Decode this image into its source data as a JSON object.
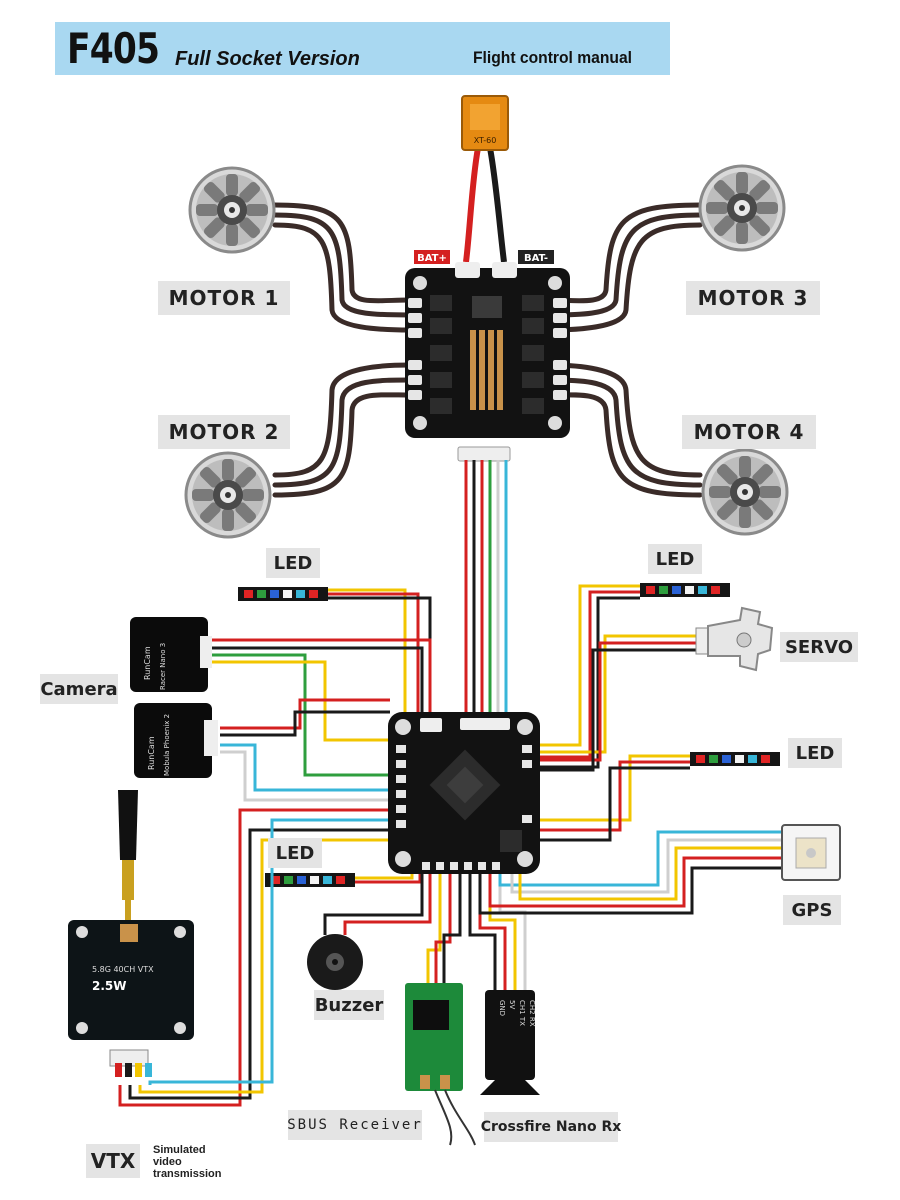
{
  "header": {
    "model": "F405",
    "version": "Full Socket Version",
    "manual": "Flight control manual"
  },
  "labels": {
    "motor1": "MOTOR 1",
    "motor2": "MOTOR 2",
    "motor3": "MOTOR 3",
    "motor4": "MOTOR 4",
    "led_top_left": "LED",
    "led_top_right": "LED",
    "led_mid_right": "LED",
    "led_bottom_left": "LED",
    "servo": "SERVO",
    "camera": "Camera",
    "gps": "GPS",
    "buzzer": "Buzzer",
    "sbus_receiver": "SBUS Receiver",
    "crossfire": "Crossfire Nano Rx",
    "vtx": "VTX",
    "vtx_note": "Simulated video transmission"
  },
  "components": {
    "battery_connector": "XT-60",
    "bat_pos": "BAT+",
    "bat_neg": "BAT-",
    "vtx_model": "5.8G 40CH VTX",
    "vtx_power": "2.5W",
    "camera1_brand": "RunCam",
    "camera1_model": "Racer Nano 3",
    "camera2_brand": "RunCam",
    "camera2_model": "Mobula Phoenix 2",
    "crossfire_pins": [
      "GND",
      "5V",
      "CH1 TX",
      "CH2 RX"
    ]
  },
  "colors": {
    "banner": "#a9d8f1",
    "label_bg": "#e4e4e4",
    "wire_red": "#d42020",
    "wire_black": "#1a1a1a",
    "wire_yellow": "#f2c500",
    "wire_green": "#2e9e3e",
    "wire_cyan": "#38b6d8",
    "wire_white": "#cfcfcf",
    "pcb": "#121212",
    "motor_cable": "#3a2b28"
  }
}
